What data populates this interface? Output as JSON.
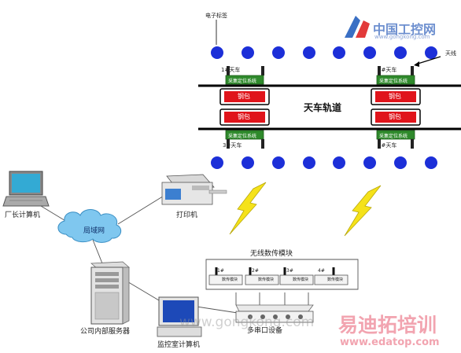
{
  "labels": {
    "rfid_tag": "电子标签",
    "antenna": "天线",
    "track": "天车轨道",
    "crane1": "1#天车",
    "crane2": "2#天车",
    "crane3": "3#天车",
    "crane4": "4#天车",
    "positioning_system": "采集定位系统",
    "ladle": "钢包",
    "factory_pc": "厂长计算机",
    "lan": "局域网",
    "printer": "打印机",
    "server": "公司内部服务器",
    "monitor_pc": "监控室计算机",
    "wireless_module_title": "无线数传模块",
    "multiport_device": "多串口设备",
    "module_num_1": "1#",
    "module_num_2": "2#",
    "module_num_3": "3#",
    "module_num_4": "4#",
    "module_text": "数传模块"
  },
  "watermarks": {
    "gongkong_cn": "中国工控网",
    "gongkong_url": "www.gongkong.com",
    "gongkong_center": "www.gongkong.com",
    "edatop_cn": "易迪拓培训",
    "edatop_url": "www.edatop.com"
  },
  "colors": {
    "tag_dot": "#1c2fd8",
    "green_box": "#2f8a2c",
    "red_box": "#e0141b",
    "cloud": "#7fc7ef",
    "bolt": "#f5e21a"
  }
}
